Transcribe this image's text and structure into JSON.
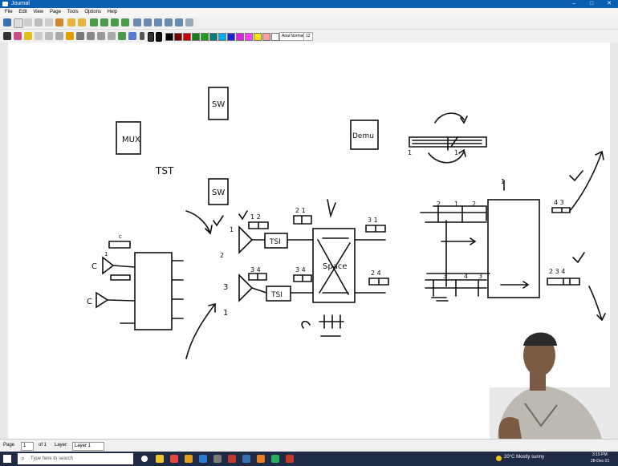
{
  "window": {
    "title": "Journal"
  },
  "menu": [
    "File",
    "Edit",
    "View",
    "Page",
    "Tools",
    "Options",
    "Help"
  ],
  "toolbar": {
    "font_label": "Arial Normal",
    "font_size": "12"
  },
  "palette": [
    "#000000",
    "#7a0000",
    "#d00000",
    "#1a7a1a",
    "#18a018",
    "#0a7a7a",
    "#00b0f0",
    "#2020d0",
    "#e020e0",
    "#ff40ff",
    "#ffe000",
    "#ffa0a0",
    "#ffffff"
  ],
  "drawing": {
    "labels": {
      "mux": "MUX",
      "sw_top": "SW",
      "sw_mid": "SW",
      "tst": "TST",
      "demux": "Demu",
      "tsi_upper": "TSI",
      "tsi_lower": "TSI",
      "space": "Space",
      "c1": "C",
      "c2": "C",
      "n1": "1",
      "n2": "2",
      "n3": "3",
      "n4": "1",
      "frame_12": "1 2",
      "frame_21": "2 1",
      "frame_31": "3 1",
      "frame_34": "3 4",
      "frame_34b": "3 4",
      "frame_24": "2 4",
      "frame_43": "4 3",
      "frame_234": "2 3 4",
      "slot_2": "2",
      "slot_1": "1",
      "slot_2b": "2",
      "slot_3": "3",
      "slot_4": "4",
      "slot_3b": "3",
      "ring_1": "1",
      "ring_2": "1",
      "mux_in_1": "1",
      "mux_in_c": "c",
      "top_1": "1"
    }
  },
  "status": {
    "page_label": "Page",
    "page_value": "1",
    "of_label": "of 1",
    "layer_label": "Layer:",
    "layer_value": "Layer 1"
  },
  "taskbar": {
    "search_placeholder": "Type here to search",
    "weather": "20°C  Mostly sunny",
    "time": "3:15 PM",
    "date": "28-Dec-21"
  }
}
